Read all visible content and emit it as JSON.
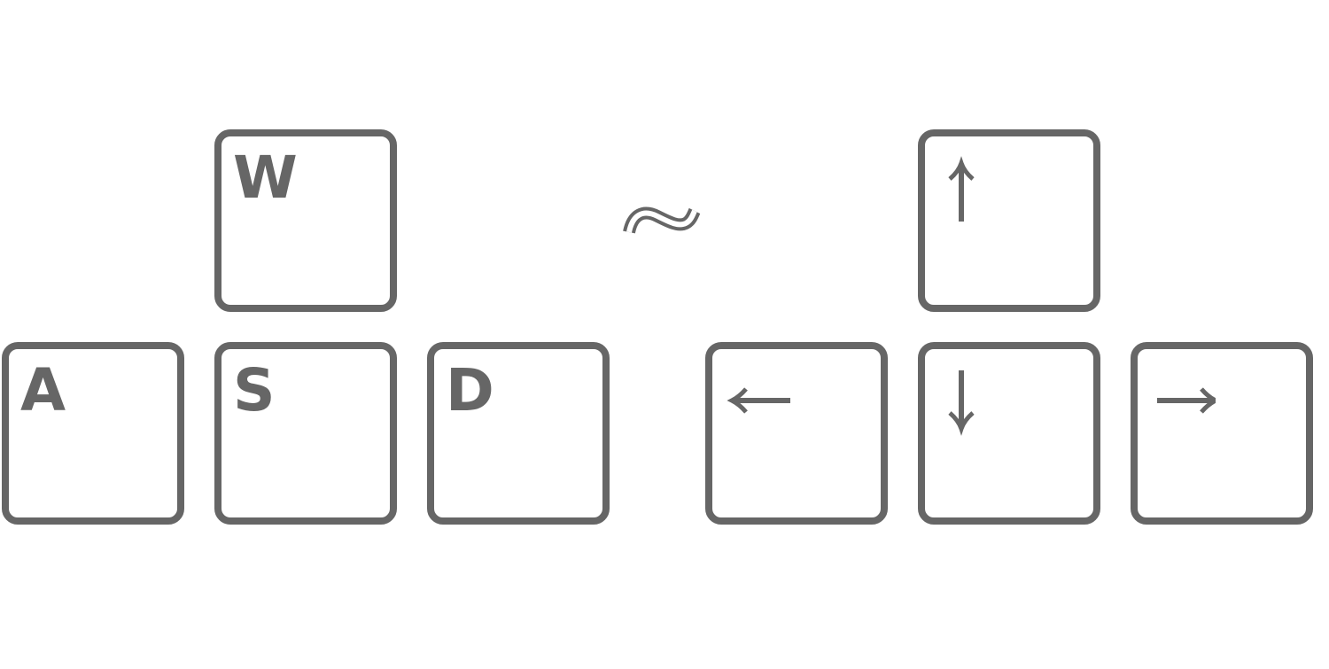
{
  "colors": {
    "key_stroke": "#666666",
    "background": "#ffffff"
  },
  "wasd_cluster": {
    "keys": [
      {
        "id": "w",
        "label": "W"
      },
      {
        "id": "a",
        "label": "A"
      },
      {
        "id": "s",
        "label": "S"
      },
      {
        "id": "d",
        "label": "D"
      }
    ]
  },
  "separator": {
    "icon": "approximately-equal-icon"
  },
  "arrow_cluster": {
    "keys": [
      {
        "id": "up",
        "icon": "arrow-up-icon"
      },
      {
        "id": "left",
        "icon": "arrow-left-icon"
      },
      {
        "id": "down",
        "icon": "arrow-down-icon"
      },
      {
        "id": "right",
        "icon": "arrow-right-icon"
      }
    ]
  }
}
